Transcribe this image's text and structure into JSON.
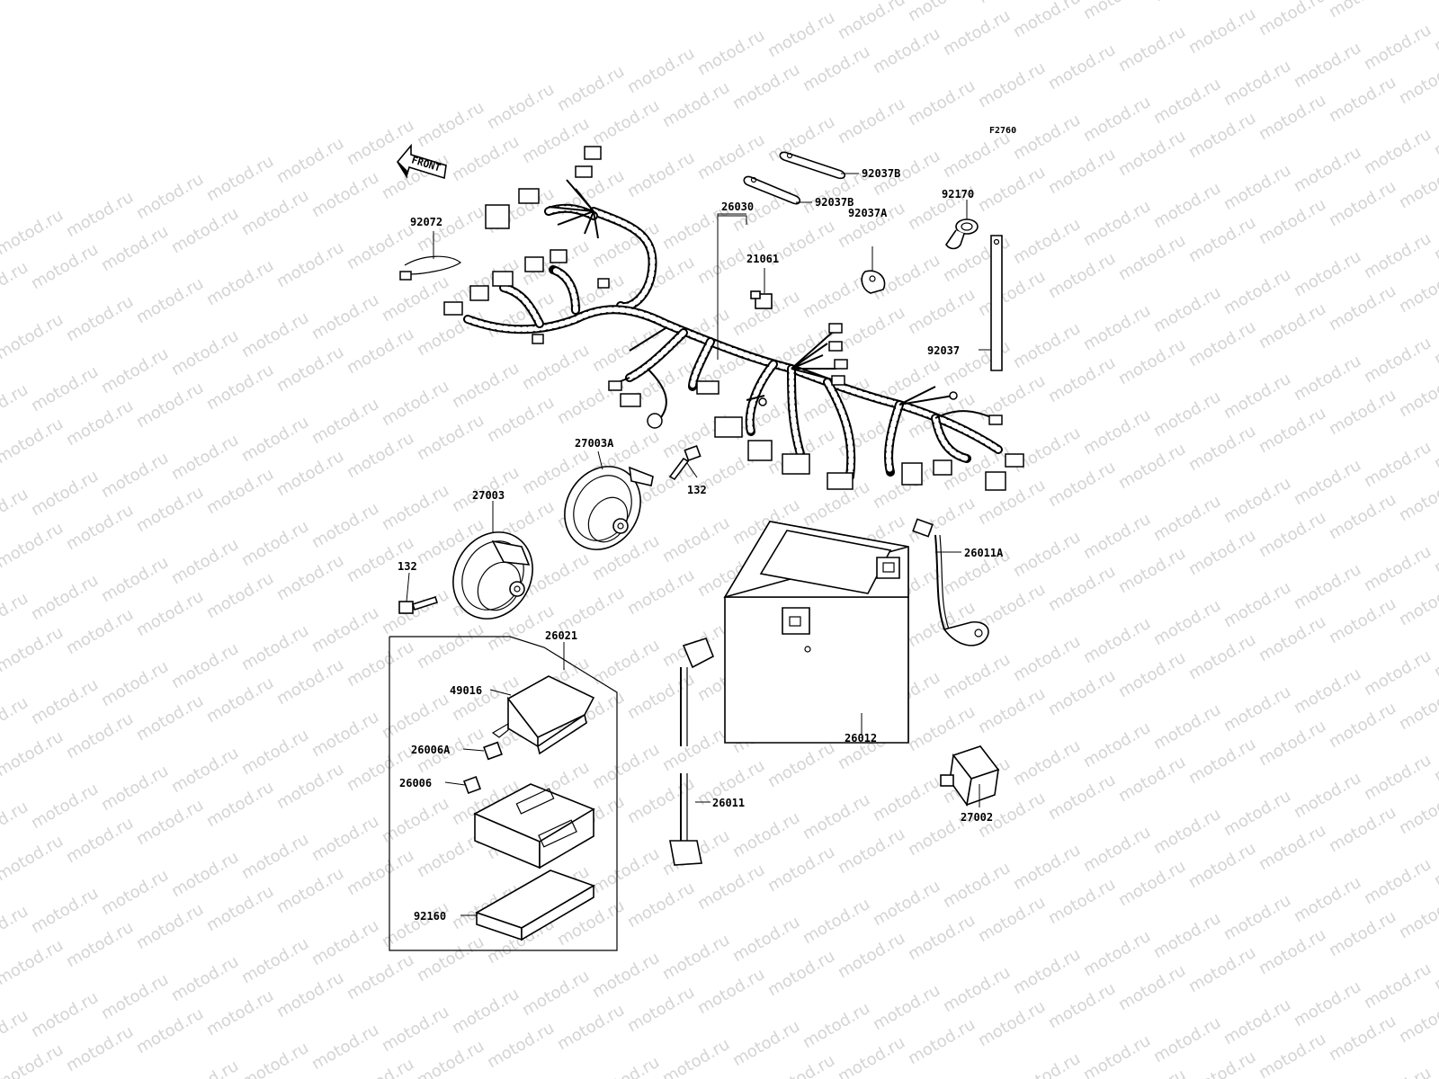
{
  "figure_code": "F2760",
  "front_arrow_text": "FRONT",
  "watermark_text": "motod.ru",
  "labels": {
    "p92037B_1": "92037B",
    "p92037B_2": "92037B",
    "p92170": "92170",
    "p26030": "26030",
    "p92072": "92072",
    "p21061": "21061",
    "p92037A": "92037A",
    "p92037": "92037",
    "p27003A": "27003A",
    "p132_a": "132",
    "p27003": "27003",
    "p132_b": "132",
    "p26011A": "26011A",
    "p26021": "26021",
    "p49016": "49016",
    "p26006A": "26006A",
    "p26006": "26006",
    "p92160": "92160",
    "p26012": "26012",
    "p26011": "26011",
    "p27002": "27002"
  }
}
